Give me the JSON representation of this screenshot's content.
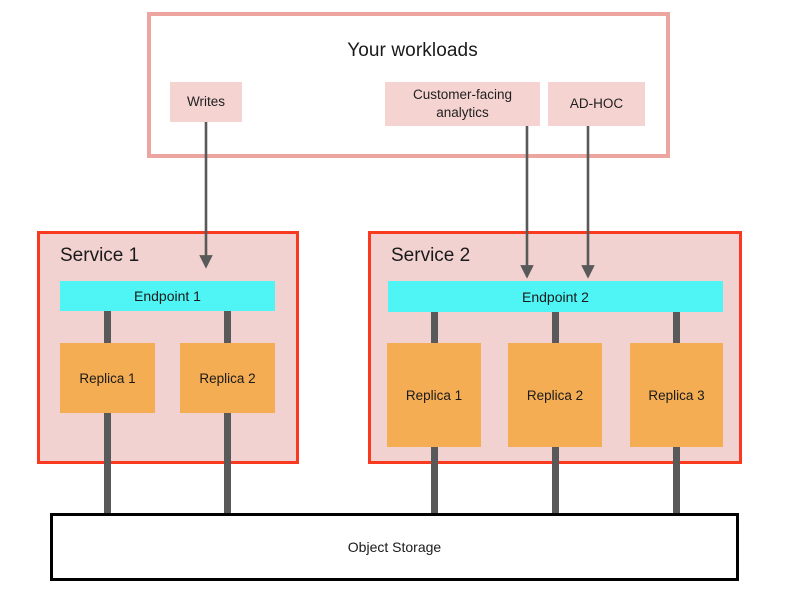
{
  "diagram": {
    "workloads": {
      "title": "Your workloads",
      "chips": [
        {
          "id": "writes",
          "label": "Writes"
        },
        {
          "id": "customer-facing-analytics",
          "label": "Customer-facing analytics"
        },
        {
          "id": "ad-hoc",
          "label": "AD-HOC"
        }
      ]
    },
    "services": [
      {
        "id": "service-1",
        "label": "Service 1",
        "endpoint": "Endpoint 1",
        "replicas": [
          "Replica 1",
          "Replica 2"
        ]
      },
      {
        "id": "service-2",
        "label": "Service 2",
        "endpoint": "Endpoint 2",
        "replicas": [
          "Replica 1",
          "Replica 2",
          "Replica 3"
        ]
      }
    ],
    "storage": {
      "label": "Object Storage"
    },
    "colors": {
      "workload_border": "#eda69f",
      "workload_chip_fill": "#f5d3d1",
      "service_border": "#f93a21",
      "service_fill": "#f2d2d0",
      "endpoint_fill": "#4ff5f5",
      "replica_fill": "#f5ad54",
      "pipe": "#595959",
      "storage_border": "#000000",
      "background": "#ffffff"
    },
    "connections": [
      {
        "from": "writes",
        "to": "endpoint-1"
      },
      {
        "from": "customer-facing-analytics",
        "to": "endpoint-2"
      },
      {
        "from": "ad-hoc",
        "to": "endpoint-2"
      }
    ]
  }
}
